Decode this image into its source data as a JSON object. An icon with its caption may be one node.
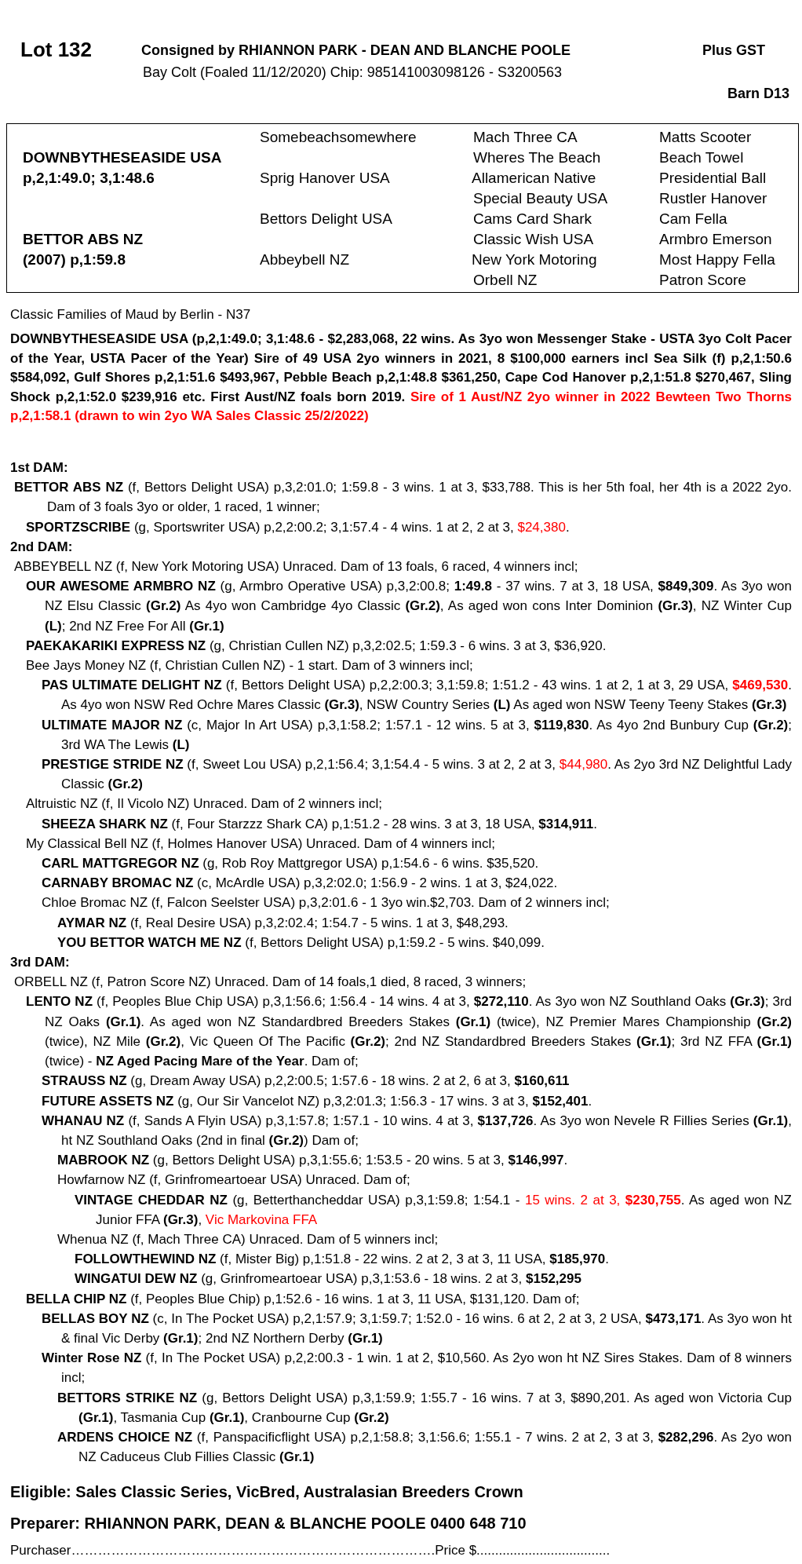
{
  "diagram": {
    "title": "Lot 132",
    "nodes": [
      {
        "text": [
          "Somebeachsomewhere",
          "Mach Three CA",
          "Matts Scooter",
          "DOWNBYTHESEASIDE USA p,2,1:49.0; 3,1:48.6",
          "Wheres The Beach",
          "Beach Towel",
          "Sprig Hanover USA",
          "Allamerican Native",
          "Presidential Ball",
          "Special Beauty USA",
          "Rustler Hanover",
          "Bettors Delight USA",
          "Cams Card Shark",
          "Cam Fella",
          "BETTOR ABS NZ (2007) p,1:59.8",
          "Classic Wish USA",
          "Armbro Emerson",
          "Abbeybell NZ",
          "New York Motoring",
          "Most Happy Fella",
          "Orbell NZ",
          "Patron Score"
        ]
      }
    ],
    "labels": [
      "Consigned by RHIANNON PARK - DEAN AND BLANCHE POOLE",
      "Plus GST",
      "Bay Colt (Foaled 11/12/2020) Chip: 985141003098126 - S3200563",
      "Barn D13",
      "Classic Families of Maud by Berlin - N37",
      "DOWNBYTHESEASIDE USA (p,2,1:49.0; 3,1:48.6 - $2,283,068, 22 wins. As 3yo won Messenger Stake - USTA 3yo Colt Pacer of the Year, USTA Pacer of the Year) Sire of 49 USA 2yo winners in 2021, 8 $100,000 earners incl Sea Silk (f) p,2,1:50.6 $584,092, Gulf Shores p,2,1:51.6 $493,967, Pebble Beach p,2,1:48.8 $361,250, Cape Cod Hanover p,2,1:51.8 $270,467, Sling Shock p,2,1:52.0 $239,916 etc. First Aust/NZ foals born 2019.",
      "Sire of 1 Aust/NZ 2yo winner in 2022 Bewteen Two Thorns p,2,1:58.1 (drawn to win 2yo WA Sales Classic 25/2/2022)",
      "1st DAM:",
      "**BETTOR ABS NZ** (f, Bettors Delight USA) p,3,2:01.0; 1:59.8 - 3 wins. 1 at 3, $33,788. This is her 5th foal, her 4th is a 2022 2yo. Dam of 3 foals 3yo or older, 1 raced, 1 winner;",
      "**SPORTZSCRIBE** (g, Sportswriter USA) p,2,2:00.2; 3,1:57.4 - 4 wins. 1 at 2, 2 at 3,",
      "$24,380",
      ".",
      "2nd DAM:",
      "ABBEYBELL NZ (f, New York Motoring USA) Unraced. Dam of 13 foals, 6 raced, 4 winners incl;",
      "**OUR AWESOME ARMBRO NZ** (g, Armbro Operative USA) p,3,2:00.8; **1:49.8** - 37 wins. 7 at 3, 18 USA, **$849,309**. As 3yo won NZ Elsu Classic **(Gr.2)** As 4yo won Cambridge 4yo Classic **(Gr.2)**, As aged won cons Inter Dominion **(Gr.3)**, NZ Winter Cup **(L)**; 2nd NZ Free For All **(Gr.1)**",
      "**PAEKAKARIKI EXPRESS NZ** (g, Christian Cullen NZ) p,3,2:02.5; 1:59.3 - 6 wins. 3 at 3, $36,920.",
      "Bee Jays Money NZ (f, Christian Cullen NZ) - 1 start. Dam of 3 winners incl;",
      "**PAS ULTIMATE DELIGHT NZ** (f, Bettors Delight USA) p,2,2:00.3; 3,1:59.8; 1:51.2 - 43 wins. 1 at 2, 1 at 3, 29 USA,",
      "**$469,530**",
      ". As 4yo won NSW Red Ochre Mares Classic **(Gr.3)**, NSW Country Series **(L)** As aged won NSW Teeny Teeny Stakes **(Gr.3)**",
      "**ULTIMATE MAJOR NZ** (c, Major In Art USA) p,3,1:58.2; 1:57.1 - 12 wins. 5 at 3, **$119,830**. As 4yo 2nd Bunbury Cup **(Gr.2)**; 3rd WA The Lewis **(L)**",
      "**PRESTIGE STRIDE NZ** (f, Sweet Lou USA) p,2,1:56.4; 3,1:54.4 - 5 wins. 3 at 2, 2 at 3,",
      "$44,980",
      ". As 2yo 3rd NZ Delightful Lady Classic **(Gr.2)**",
      "Altruistic NZ (f, Il Vicolo NZ) Unraced. Dam of 2 winners incl;",
      "**SHEEZA SHARK NZ** (f, Four Starzzz Shark CA) p,1:51.2 - 28 wins. 3 at 3, 18 USA, **$314,911**.",
      "My Classical Bell NZ (f, Holmes Hanover USA) Unraced. Dam of 4 winners incl;",
      "**CARL MATTGREGOR NZ** (g, Rob Roy Mattgregor USA) p,1:54.6 - 6 wins. $35,520.",
      "**CARNABY BROMAC NZ** (c, McArdle USA) p,3,2:02.0; 1:56.9 - 2 wins. 1 at 3, $24,022.",
      "Chloe Bromac NZ (f, Falcon Seelster USA) p,3,2:01.6 - 1 3yo win.$2,703. Dam of 2 winners incl;",
      "**AYMAR NZ** (f, Real Desire USA) p,3,2:02.4; 1:54.7 - 5 wins. 1 at 3, $48,293.",
      "**YOU BETTOR WATCH ME NZ** (f, Bettors Delight USA) p,1:59.2 - 5 wins. $40,099.",
      "3rd DAM:",
      "ORBELL NZ (f, Patron Score NZ) Unraced. Dam of 14 foals,1 died, 8 raced, 3 winners;",
      "**LENTO NZ** (f, Peoples Blue Chip USA) p,3,1:56.6; 1:56.4 - 14 wins. 4 at 3, **$272,110**. As 3yo won NZ Southland Oaks **(Gr.3)**; 3rd NZ Oaks **(Gr.1)**. As aged won NZ Standardbred Breeders Stakes **(Gr.1)** (twice), NZ Premier Mares Championship **(Gr.2)** (twice), NZ Mile **(Gr.2)**, Vic Queen Of The Pacific **(Gr.2)**; 2nd NZ Standardbred Breeders Stakes **(Gr.1)**; 3rd NZ FFA **(Gr.1)** (twice) - **NZ Aged Pacing Mare of the Year**. Dam of;",
      "**STRAUSS NZ** (g, Dream Away USA) p,2,2:00.5; 1:57.6 - 18 wins. 2 at 2, 6 at 3, **$160,611**",
      "**FUTURE ASSETS NZ** (g, Our Sir Vancelot NZ) p,3,2:01.3; 1:56.3 - 17 wins. 3 at 3, **$152,401**.",
      "**WHANAU NZ** (f, Sands A Flyin USA) p,3,1:57.8; 1:57.1 - 10 wins. 4 at 3, **$137,726**. As 3yo won Nevele R Fillies Series **(Gr.1)**, ht NZ Southland Oaks (2nd in final **(Gr.2)**) Dam of;",
      "**MABROOK NZ** (g, Bettors Delight USA) p,3,1:55.6; 1:53.5 - 20 wins. 5 at 3, **$146,997**.",
      "Howfarnow NZ (f, Grinfromeartoear USA) Unraced. Dam of;",
      "**VINTAGE CHEDDAR NZ** (g, Betterthancheddar USA) p,3,1:59.8; 1:54.1 -",
      "15 wins. 2 at 3, **$230,755**",
      ". As aged won NZ Junior FFA **(Gr.3)**,",
      "Vic Markovina FFA",
      "Whenua NZ (f, Mach Three CA) Unraced. Dam of 5 winners incl;",
      "**FOLLOWTHEWIND NZ** (f, Mister Big) p,1:51.8 - 22 wins. 2 at 2, 3 at 3, 11 USA, **$185,970**.",
      "**WINGATUI DEW NZ** (g, Grinfromeartoear USA) p,3,1:53.6 - 18 wins. 2 at 3, **$152,295**",
      "**BELLA CHIP NZ** (f, Peoples Blue Chip) p,1:52.6 - 16 wins. 1 at 3, 11 USA, $131,120. Dam of;",
      "**BELLAS BOY NZ** (c, In The Pocket USA) p,2,1:57.9; 3,1:59.7; 1:52.0 - 16 wins. 6 at 2, 2 at 3, 2 USA, **$473,171**. As 3yo won ht & final Vic Derby **(Gr.1)**; 2nd NZ Northern Derby **(Gr.1)**",
      "**Winter Rose NZ** (f, In The Pocket USA) p,2,2:00.3 - 1 win. 1 at 2, $10,560. As 2yo won ht NZ Sires Stakes. Dam of 8 winners incl;",
      "**BETTORS STRIKE NZ** (g, Bettors Delight USA) p,3,1:59.9; 1:55.7 - 16 wins. 7 at 3, $890,201. As aged won Victoria Cup **(Gr.1)**, Tasmania Cup **(Gr.1)**, Cranbourne Cup **(Gr.2)**",
      "**ARDENS CHOICE NZ** (f, Panspacificflight USA) p,2,1:58.8; 3,1:56.6; 1:55.1 - 7 wins. 2 at 2, 3 at 3, **$282,296**. As 2yo won NZ Caduceus Club Fillies Classic **(Gr.1)**",
      "Eligible: Sales Classic Series, VicBred, Australasian Breeders Crown",
      "Preparer: RHIANNON PARK, DEAN & BLANCHE POOLE 0400 648 710",
      "Purchaser……………………………………………………………………….Price $...................................."
    ]
  }
}
